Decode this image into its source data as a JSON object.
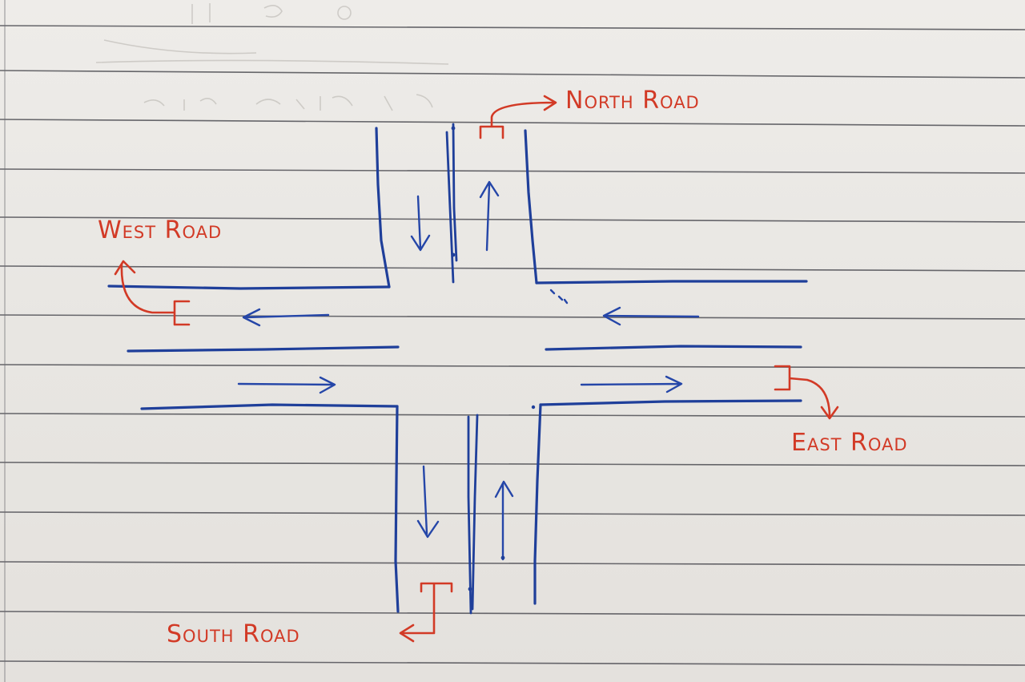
{
  "labels": {
    "north": "North Road",
    "west": "West Road",
    "east": "East Road",
    "south": "South Road"
  },
  "colors": {
    "paper": "#e9e6e2",
    "rule_lines": "#4f4f55",
    "road_ink": "#1f3f9a",
    "label_ink": "#d23a26"
  }
}
